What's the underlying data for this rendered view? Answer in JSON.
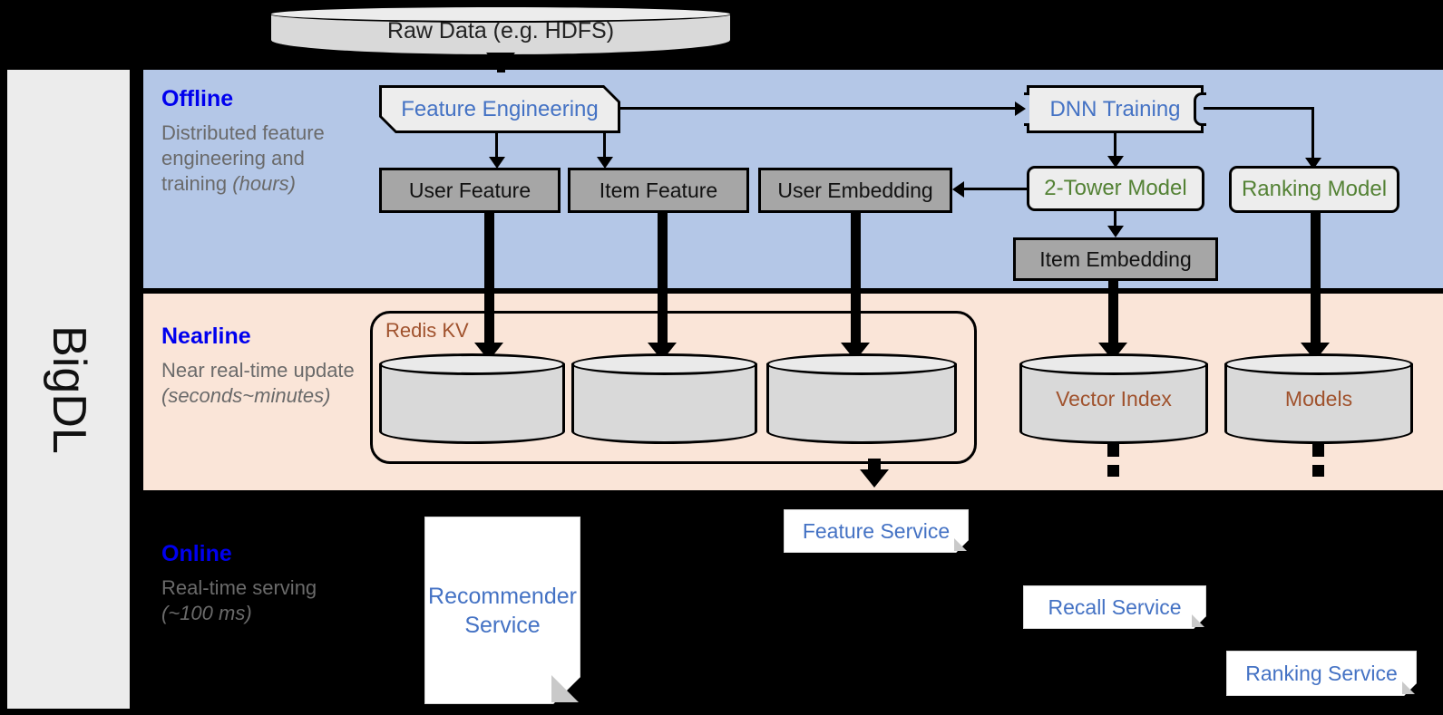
{
  "framework": {
    "name": "BigDL"
  },
  "source": {
    "label": "Raw Data (e.g. HDFS)"
  },
  "bands": {
    "offline": {
      "title": "Offline",
      "subtitle": "Distributed feature engineering and training ",
      "subtitle_em": "(hours)",
      "color": "#b4c7e7",
      "title_color": "#0000ee"
    },
    "nearline": {
      "title": "Nearline",
      "subtitle": "Near real-time update",
      "subtitle_em": "(seconds~minutes)",
      "color": "#fae5d8",
      "title_color": "#0000ee"
    },
    "online": {
      "title": "Online",
      "subtitle": "Real-time serving",
      "subtitle_em": "(~100 ms)",
      "color": "#000000",
      "title_color": "#0000ee"
    }
  },
  "offline_nodes": {
    "feature_engineering": {
      "label": "Feature Engineering",
      "color": "#4472c4"
    },
    "dnn_training": {
      "label": "DNN Training",
      "color": "#4472c4"
    },
    "user_feature": {
      "label": "User Feature",
      "color": "#111111"
    },
    "item_feature": {
      "label": "Item Feature",
      "color": "#111111"
    },
    "user_embedding": {
      "label": "User Embedding",
      "color": "#111111"
    },
    "item_embedding": {
      "label": "Item Embedding",
      "color": "#111111"
    },
    "two_tower_model": {
      "label": "2-Tower Model",
      "color": "#548235"
    },
    "ranking_model": {
      "label": "Ranking Model",
      "color": "#548235"
    }
  },
  "nearline_nodes": {
    "redis_kv": {
      "label": "Redis KV",
      "color": "#a0522d"
    },
    "store_1": {
      "label": ""
    },
    "store_2": {
      "label": ""
    },
    "store_3": {
      "label": ""
    },
    "vector_index": {
      "label": "Vector Index",
      "color": "#a0522d"
    },
    "models": {
      "label": "Models",
      "color": "#a0522d"
    }
  },
  "online_nodes": {
    "recommender_service": {
      "label": "Recommender Service",
      "color": "#4472c4"
    },
    "feature_service": {
      "label": "Feature Service",
      "color": "#4472c4"
    },
    "recall_service": {
      "label": "Recall Service",
      "color": "#4472c4"
    },
    "ranking_service": {
      "label": "Ranking Service",
      "color": "#4472c4"
    }
  }
}
